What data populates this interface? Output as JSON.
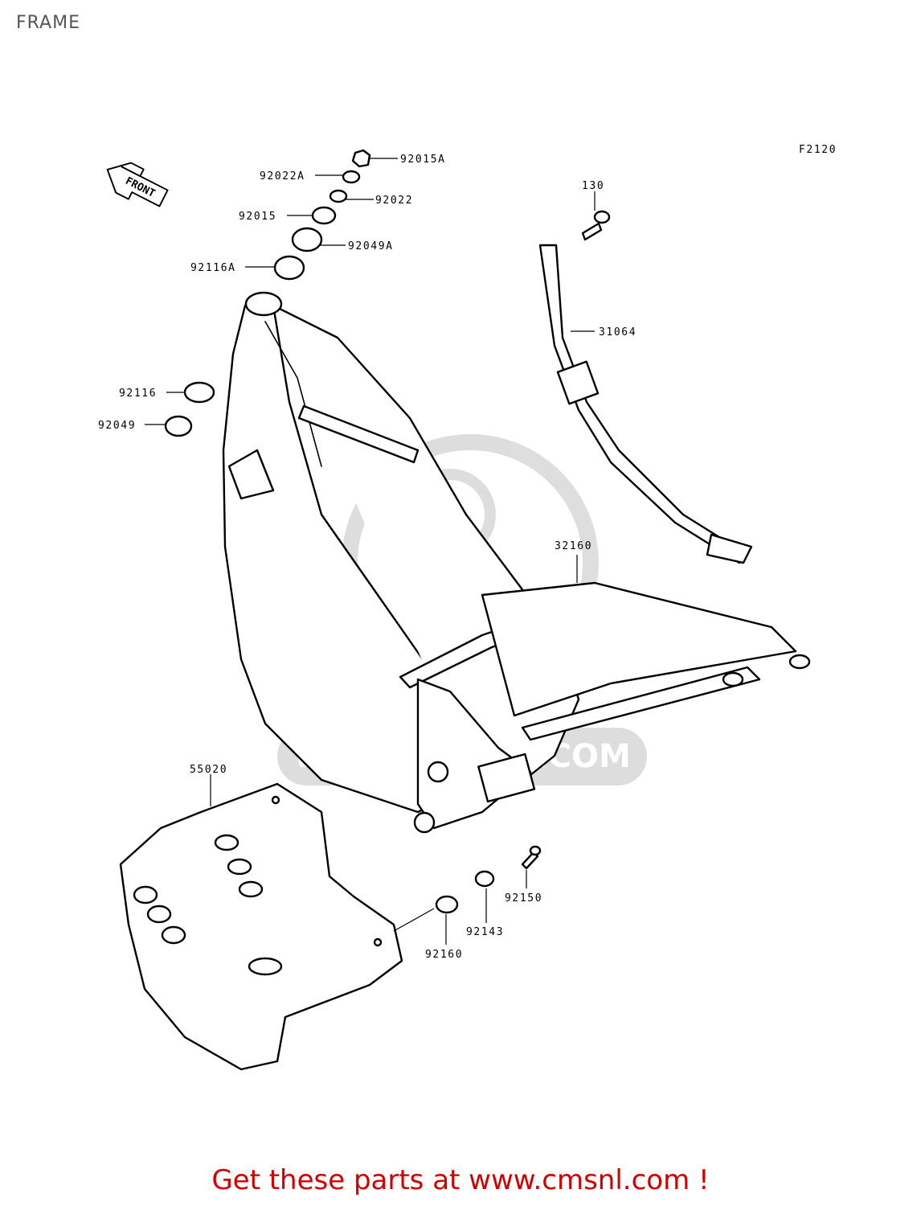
{
  "page": {
    "title": "FRAME"
  },
  "diagram": {
    "code": "F2120",
    "front_arrow": "FRONT",
    "watermark": "WWW.CMSNL.COM",
    "parts": [
      {
        "id": "92015A"
      },
      {
        "id": "92022A"
      },
      {
        "id": "92022"
      },
      {
        "id": "92015"
      },
      {
        "id": "92049A"
      },
      {
        "id": "92116A"
      },
      {
        "id": "130"
      },
      {
        "id": "31064"
      },
      {
        "id": "92116"
      },
      {
        "id": "92049"
      },
      {
        "id": "32160"
      },
      {
        "id": "55020"
      },
      {
        "id": "92150"
      },
      {
        "id": "92143"
      },
      {
        "id": "92160"
      }
    ]
  },
  "footer": {
    "cta": "Get these parts at www.cmsnl.com !",
    "cta_color": "#d40000"
  }
}
